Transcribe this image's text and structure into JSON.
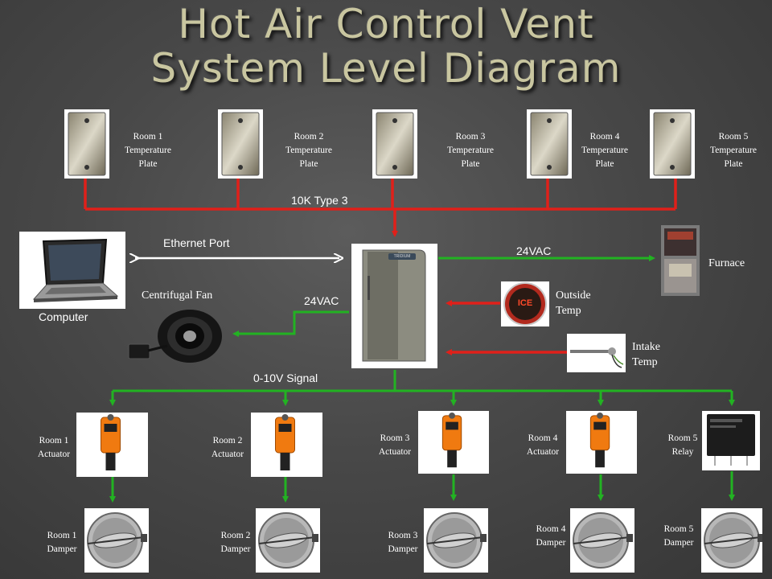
{
  "title": {
    "line1": "Hot Air Control Vent",
    "line2": "System Level Diagram"
  },
  "temperature_plates": [
    {
      "line1": "Room 1",
      "line2": "Temperature",
      "line3": "Plate"
    },
    {
      "line1": "Room 2",
      "line2": "Temperature",
      "line3": "Plate"
    },
    {
      "line1": "Room 3",
      "line2": "Temperature",
      "line3": "Plate"
    },
    {
      "line1": "Room 4",
      "line2": "Temperature",
      "line3": "Plate"
    },
    {
      "line1": "Room 5",
      "line2": "Temperature",
      "line3": "Plate"
    }
  ],
  "bus_labels": {
    "sensor_bus": "10K Type 3",
    "ethernet": "Ethernet Port",
    "furnace_power": "24VAC",
    "fan_power": "24VAC",
    "signal": "0-10V Signal"
  },
  "devices": {
    "computer": "Computer",
    "fan": "Centrifugal Fan",
    "furnace": "Furnace",
    "outside_temp": {
      "line1": "Outside",
      "line2": "Temp"
    },
    "intake_temp": {
      "line1": "Intake",
      "line2": "Temp"
    },
    "controller_brand": "TRIDIUM"
  },
  "actuators": [
    {
      "line1": "Room 1",
      "line2": "Actuator"
    },
    {
      "line1": "Room 2",
      "line2": "Actuator"
    },
    {
      "line1": "Room 3",
      "line2": "Actuator"
    },
    {
      "line1": "Room 4",
      "line2": "Actuator"
    },
    {
      "line1": "Room 5",
      "line2": "Relay"
    }
  ],
  "dampers": [
    {
      "line1": "Room 1",
      "line2": "Damper"
    },
    {
      "line1": "Room 2",
      "line2": "Damper"
    },
    {
      "line1": "Room 3",
      "line2": "Damper"
    },
    {
      "line1": "Room 4",
      "line2": "Damper"
    },
    {
      "line1": "Room 5",
      "line2": "Damper"
    }
  ],
  "outside_sensor_text": "ICE",
  "colors": {
    "sensor_wire": "#e0201a",
    "signal_wire": "#22b222",
    "ethernet": "#ffffff",
    "title": "#c9c6a0"
  }
}
